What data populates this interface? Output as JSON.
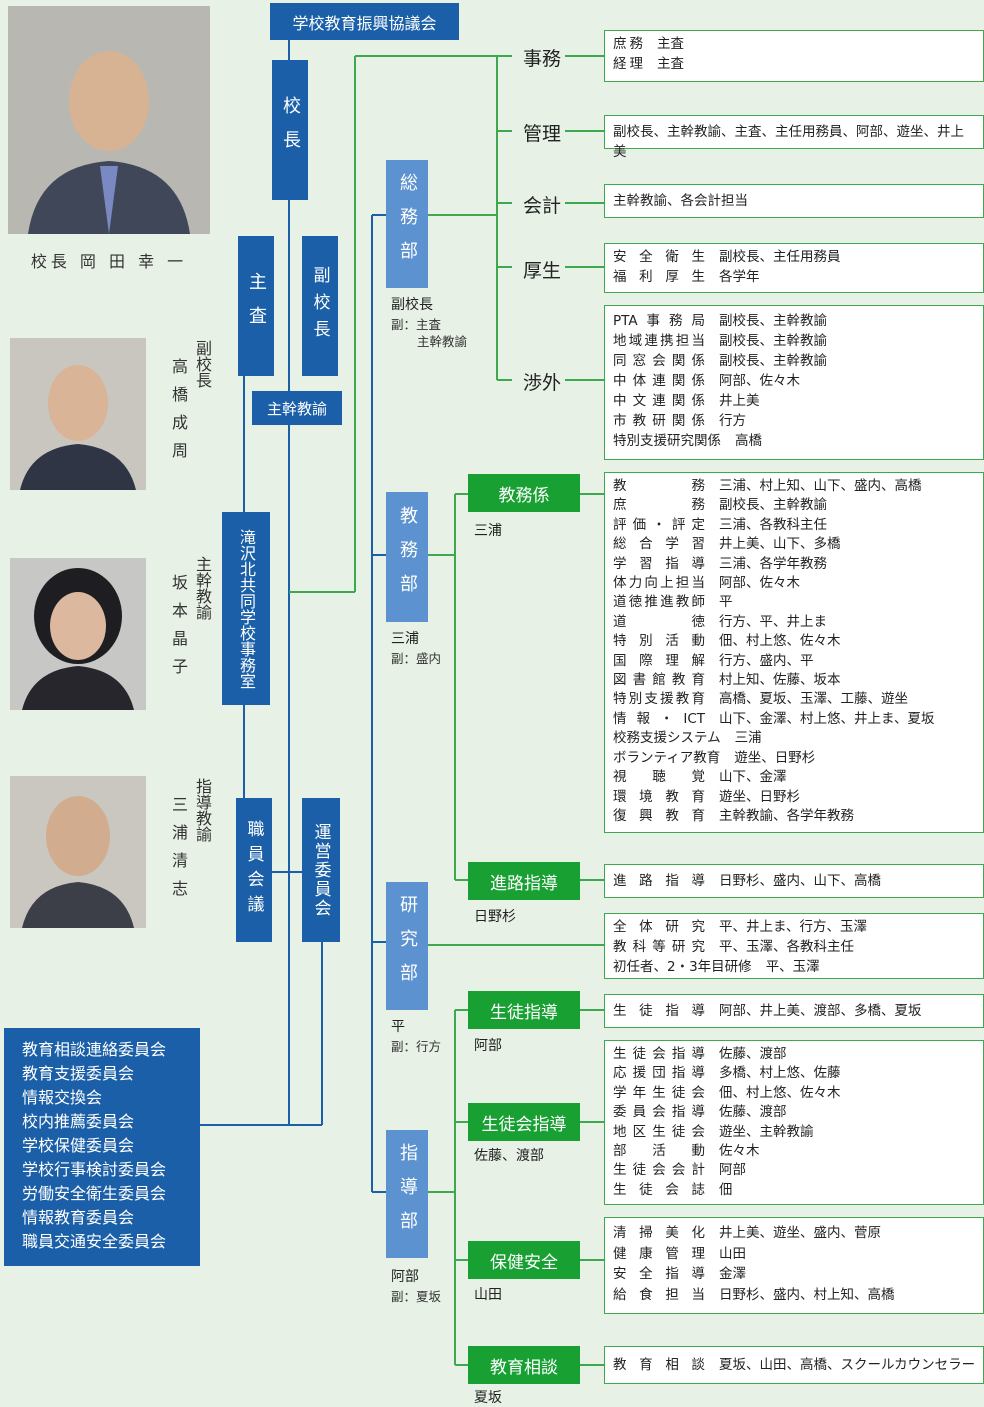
{
  "top": {
    "council": "学校教育振興協議会",
    "principal": "校長",
    "vice_principal": "副校長",
    "chief_clerk": "主査",
    "lead_teacher": "主幹教諭",
    "office": "滝沢北共同学校事務室",
    "staff_meeting": "職員会議",
    "steering_committee": "運営委員会"
  },
  "people": [
    {
      "caption": "校長 岡 田 幸 一"
    },
    {
      "role": "副校長",
      "name": "高橋成周"
    },
    {
      "role": "主幹教諭",
      "name": "坂本晶子"
    },
    {
      "role": "指導教諭",
      "name": "三浦清志"
    }
  ],
  "committees": [
    "教育相談連絡委員会",
    "教育支援委員会",
    "情報交換会",
    "校内推薦委員会",
    "学校保健委員会",
    "学校行事検討委員会",
    "労働安全衛生委員会",
    "情報教育委員会",
    "職員交通安全委員会"
  ],
  "depts": {
    "soumu": {
      "label": "総務部",
      "head": "副校長",
      "sub1": "副：主査",
      "sub2": "主幹教諭"
    },
    "kyomu": {
      "label": "教務部",
      "head": "三浦",
      "sub1": "副：盛内"
    },
    "kenkyu": {
      "label": "研究部",
      "head": "平",
      "sub1": "副：行方"
    },
    "shido": {
      "label": "指導部",
      "head": "阿部",
      "sub1": "副：夏坂"
    }
  },
  "soumu_cats": {
    "jimu": {
      "label": "事務",
      "rows": [
        [
          "庶務",
          "主査"
        ],
        [
          "経理",
          "主査"
        ]
      ]
    },
    "kanri": {
      "label": "管理",
      "text": "副校長、主幹教諭、主査、主任用務員、阿部、遊坐、井上美"
    },
    "kaikei": {
      "label": "会計",
      "text": "主幹教諭、各会計担当"
    },
    "kousei": {
      "label": "厚生",
      "rows": [
        [
          "安全衛生",
          "副校長、主任用務員"
        ],
        [
          "福利厚生",
          "各学年"
        ]
      ]
    },
    "shogai": {
      "label": "渉外",
      "rows": [
        [
          "PTA事務局",
          "副校長、主幹教諭"
        ],
        [
          "地域連携担当",
          "副校長、主幹教諭"
        ],
        [
          "同窓会関係",
          "副校長、主幹教諭"
        ],
        [
          "中体連関係",
          "阿部、佐々木"
        ],
        [
          "中文連関係",
          "井上美"
        ],
        [
          "市教研関係",
          "行方"
        ],
        [
          "特別支援研究関係",
          "高橋"
        ]
      ]
    }
  },
  "kyomu_groups": {
    "kyomukakari": {
      "label": "教務係",
      "head": "三浦",
      "rows": [
        [
          "教務",
          "三浦、村上知、山下、盛内、高橋"
        ],
        [
          "庶務",
          "副校長、主幹教諭"
        ],
        [
          "評価・評定",
          "三浦、各教科主任"
        ],
        [
          "総合学習",
          "井上美、山下、多橋"
        ],
        [
          "学習指導",
          "三浦、各学年教務"
        ],
        [
          "体力向上担当",
          "阿部、佐々木"
        ],
        [
          "道徳推進教師",
          "平"
        ],
        [
          "道徳",
          "行方、平、井上ま"
        ],
        [
          "特別活動",
          "佃、村上悠、佐々木"
        ],
        [
          "国際理解",
          "行方、盛内、平"
        ],
        [
          "図書館教育",
          "村上知、佐藤、坂本"
        ],
        [
          "特別支援教育",
          "高橋、夏坂、玉澤、工藤、遊坐"
        ],
        [
          "情報・ICT",
          "山下、金澤、村上悠、井上ま、夏坂"
        ],
        [
          "校務支援システム",
          "三浦"
        ],
        [
          "ボランティア教育",
          "遊坐、日野杉"
        ],
        [
          "視聴覚",
          "山下、金澤"
        ],
        [
          "環境教育",
          "遊坐、日野杉"
        ],
        [
          "復興教育",
          "主幹教諭、各学年教務"
        ]
      ]
    },
    "shinro": {
      "label": "進路指導",
      "head": "日野杉",
      "rows": [
        [
          "進路指導",
          "日野杉、盛内、山下、高橋"
        ]
      ]
    }
  },
  "kenkyu_rows": [
    [
      "全体研究",
      "平、井上ま、行方、玉澤"
    ],
    [
      "教科等研究",
      "平、玉澤、各教科主任"
    ],
    [
      "初任者、2・3年目研修",
      "平、玉澤"
    ]
  ],
  "shido_groups": {
    "seito": {
      "label": "生徒指導",
      "head": "阿部",
      "rows": [
        [
          "生徒指導",
          "阿部、井上美、渡部、多橋、夏坂"
        ]
      ]
    },
    "seitokai": {
      "label": "生徒会指導",
      "head": "佐藤、渡部",
      "rows": [
        [
          "生徒会指導",
          "佐藤、渡部"
        ],
        [
          "応援団指導",
          "多橋、村上悠、佐藤"
        ],
        [
          "学年生徒会",
          "佃、村上悠、佐々木"
        ],
        [
          "委員会指導",
          "佐藤、渡部"
        ],
        [
          "地区生徒会",
          "遊坐、主幹教諭"
        ],
        [
          "部活動",
          "佐々木"
        ],
        [
          "生徒会会計",
          "阿部"
        ],
        [
          "生徒会誌",
          "佃"
        ]
      ]
    },
    "hoken": {
      "label": "保健安全",
      "head": "山田",
      "rows": [
        [
          "清掃美化",
          "井上美、遊坐、盛内、菅原"
        ],
        [
          "健康管理",
          "山田"
        ],
        [
          "安全指導",
          "金澤"
        ],
        [
          "給食担当",
          "日野杉、盛内、村上知、高橋"
        ]
      ]
    },
    "soudan": {
      "label": "教育相談",
      "head": "夏坂",
      "rows": [
        [
          "教育相談",
          "夏坂、山田、高橋、スクールカウンセラー"
        ]
      ]
    }
  }
}
